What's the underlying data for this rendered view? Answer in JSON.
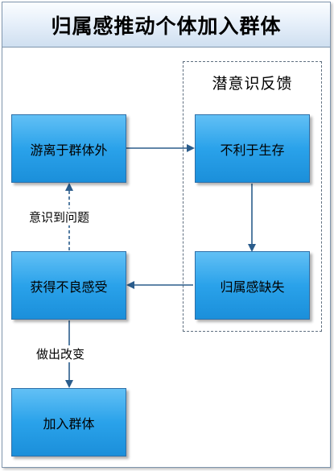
{
  "title": "归属感推动个体加入群体",
  "group": {
    "label": "潜意识反馈"
  },
  "nodes": {
    "wander": "游离于群体外",
    "bad_survival": "不利于生存",
    "belonging_loss": "归属感缺失",
    "bad_feeling": "获得不良感受",
    "join_group": "加入群体"
  },
  "edge_labels": {
    "realize": "意识到问题",
    "change": "做出改变"
  },
  "colors": {
    "node_fill": "#2aa2ea",
    "edge": "#2b5d8c",
    "header": "#dde9f6"
  }
}
